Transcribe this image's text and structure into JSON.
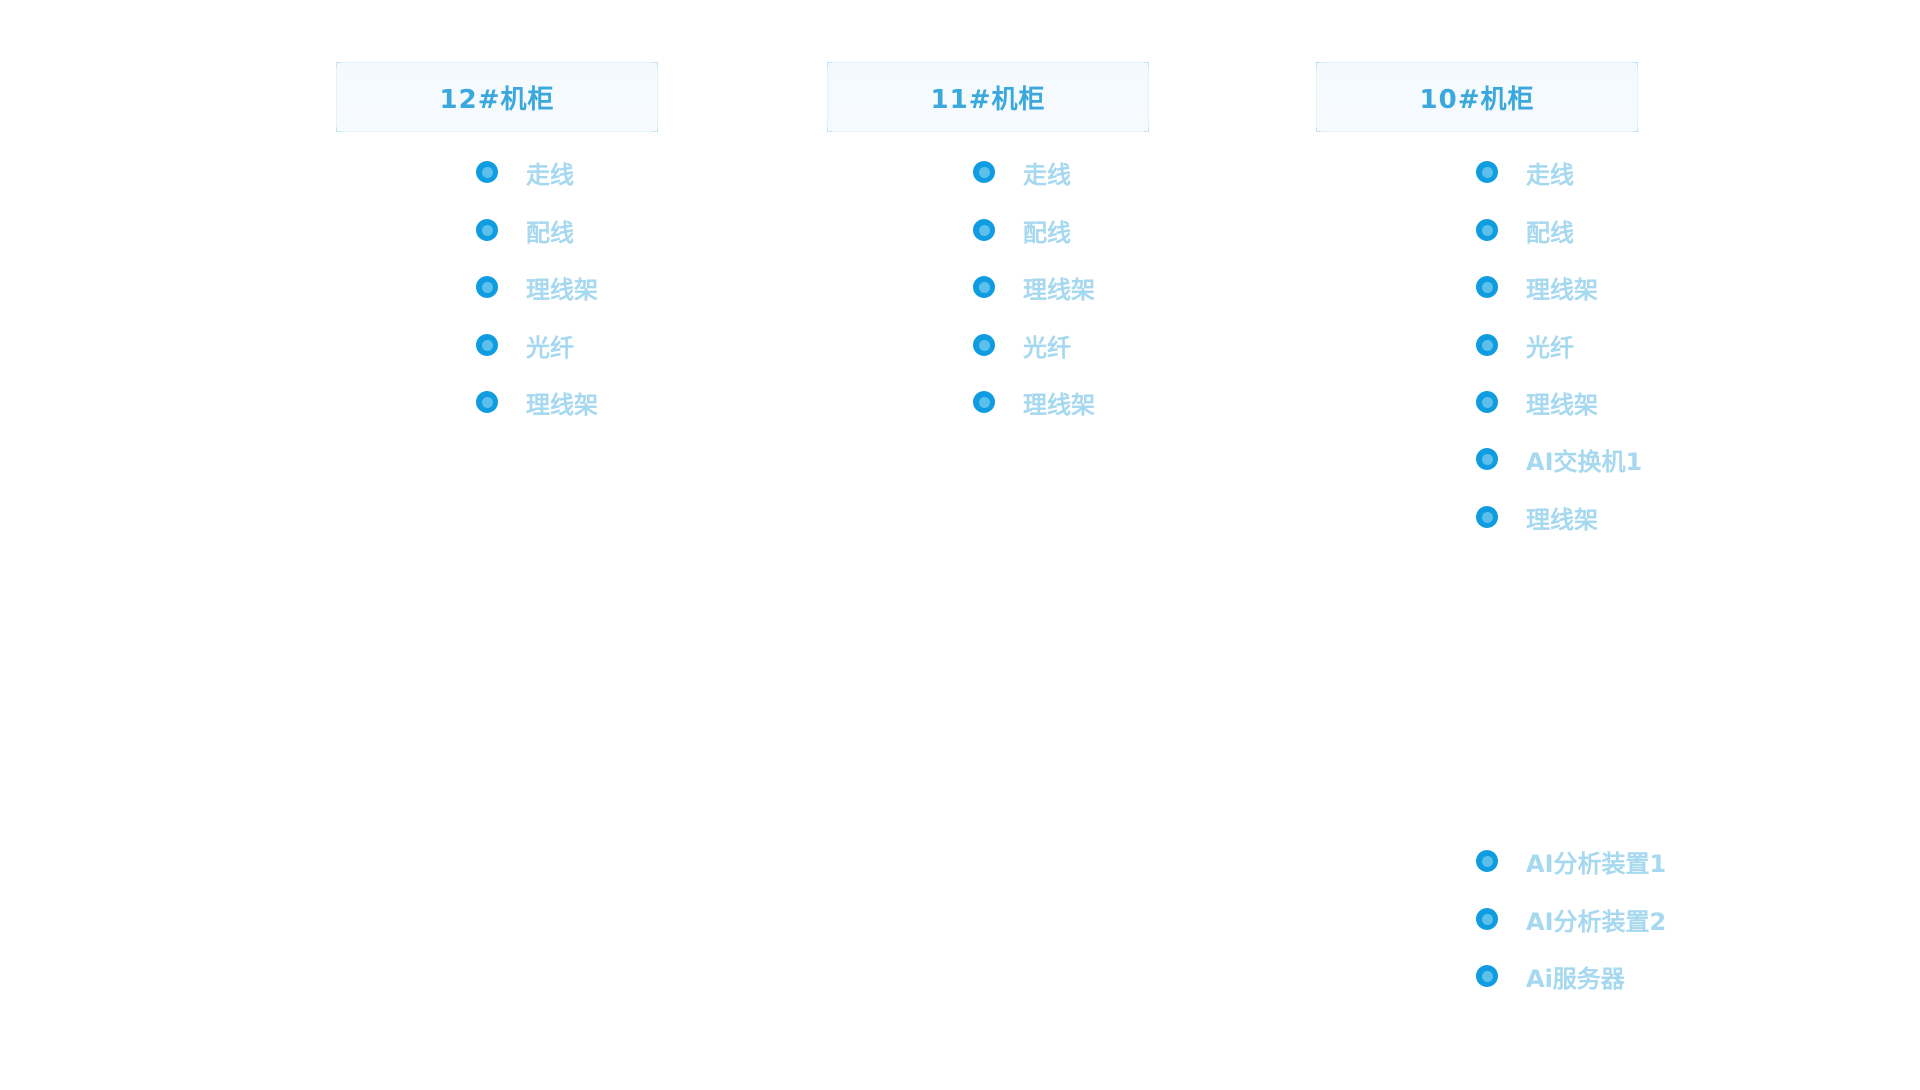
{
  "colors": {
    "title": "#3aa8dd",
    "dot_outer": "#109ce0",
    "dot_inner": "#5cc0ea",
    "label": "#a6d8ef",
    "header_bg": "#f3f9fd"
  },
  "icons": {
    "bullet": "circle-bullet-icon"
  },
  "cabinets": [
    {
      "title": "12#机柜",
      "items": [
        {
          "label": "走线"
        },
        {
          "label": "配线"
        },
        {
          "label": "理线架"
        },
        {
          "label": "光纤"
        },
        {
          "label": "理线架"
        }
      ]
    },
    {
      "title": "11#机柜",
      "items": [
        {
          "label": "走线"
        },
        {
          "label": "配线"
        },
        {
          "label": "理线架"
        },
        {
          "label": "光纤"
        },
        {
          "label": "理线架"
        }
      ]
    },
    {
      "title": "10#机柜",
      "items": [
        {
          "label": "走线"
        },
        {
          "label": "配线"
        },
        {
          "label": "理线架"
        },
        {
          "label": "光纤"
        },
        {
          "label": "理线架"
        },
        {
          "label": "AI交换机1"
        },
        {
          "label": "理线架"
        },
        {
          "label": "AI分析装置1"
        },
        {
          "label": "AI分析装置2"
        },
        {
          "label": "Ai服务器"
        }
      ]
    }
  ]
}
